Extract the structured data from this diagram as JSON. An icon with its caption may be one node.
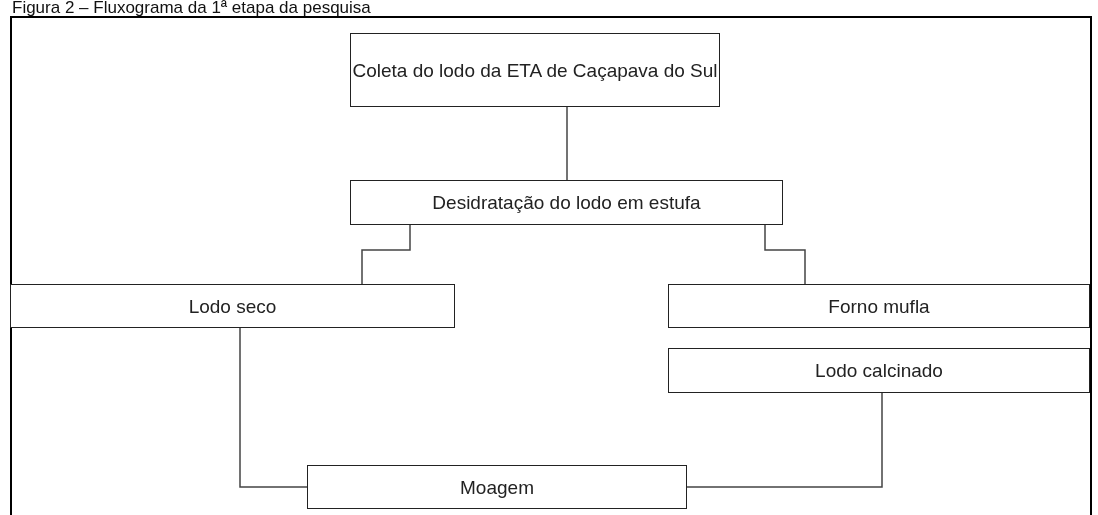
{
  "diagram": {
    "title": "Figura 2 – Fluxograma da 1ª etapa da pesquisa",
    "nodes": [
      {
        "text": [
          "Coleta do lodo da ETA de Caçapava do Sul"
        ]
      },
      {
        "text": [
          "Desidratação do lodo em estufa"
        ]
      },
      {
        "text": [
          "Lodo seco"
        ]
      },
      {
        "text": [
          "Forno mufla"
        ]
      },
      {
        "text": [
          "Lodo calcinado"
        ]
      },
      {
        "text": [
          "Moagem"
        ]
      }
    ],
    "edges": [
      {
        "from": 0,
        "to": 1,
        "arrow": "none"
      },
      {
        "from": 1,
        "to": 2,
        "arrow": "none"
      },
      {
        "from": 1,
        "to": 3,
        "arrow": "none"
      },
      {
        "from": 2,
        "to": 5,
        "arrow": "none"
      },
      {
        "from": 4,
        "to": 5,
        "arrow": "none"
      }
    ]
  }
}
